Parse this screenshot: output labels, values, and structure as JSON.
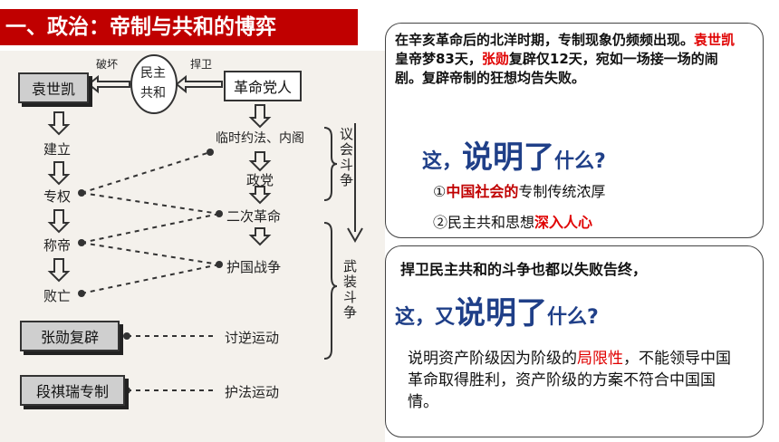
{
  "title": "一、政治：帝制与共和的博弈",
  "diagram": {
    "yuan": "袁世凯",
    "destroy": "破坏",
    "republic_1": "民主",
    "republic_2": "共和",
    "defend": "捍卫",
    "revolutionaries": "革命党人",
    "establish": "建立",
    "autocracy": "专权",
    "emperor": "称帝",
    "defeat": "败亡",
    "constitution": "临时约法、内阁",
    "party": "政党",
    "second_rev": "二次革命",
    "protect_war": "护国战争",
    "parliament": "议会斗争",
    "armed": "武装斗争",
    "zhangxun": "张勋复辟",
    "anti_rebel": "讨逆运动",
    "duan": "段祺瑞专制",
    "protect_law": "护法运动"
  },
  "panel1": {
    "text_a": "在辛亥革命后的北洋时期，专制现象仍频频出现。",
    "yuan": "袁世凯",
    "text_b": "皇帝梦83天，",
    "zhang": "张勋",
    "text_c": "复辟仅12天，宛如一场接一场的闹剧。复辟帝制的狂想均告失败。",
    "q_pre": "这，",
    "q_big": "说明了",
    "q_post": "什么?",
    "a1_num": "①",
    "a1_red": "中国社会的",
    "a1_rest": "专制传统浓厚",
    "a2_pre": "②民主共和思想",
    "a2_red": "深入人心"
  },
  "panel2": {
    "text": "捍卫民主共和的斗争也都以失败告终，",
    "q_pre": "这，又",
    "q_big": "说明了",
    "q_post": "什么?",
    "ans_a": "说明资产阶级因为阶级的",
    "ans_red": "局限性",
    "ans_b": "，不能领导中国革命取得胜利，资产阶级的方案不符合中国国情。"
  }
}
